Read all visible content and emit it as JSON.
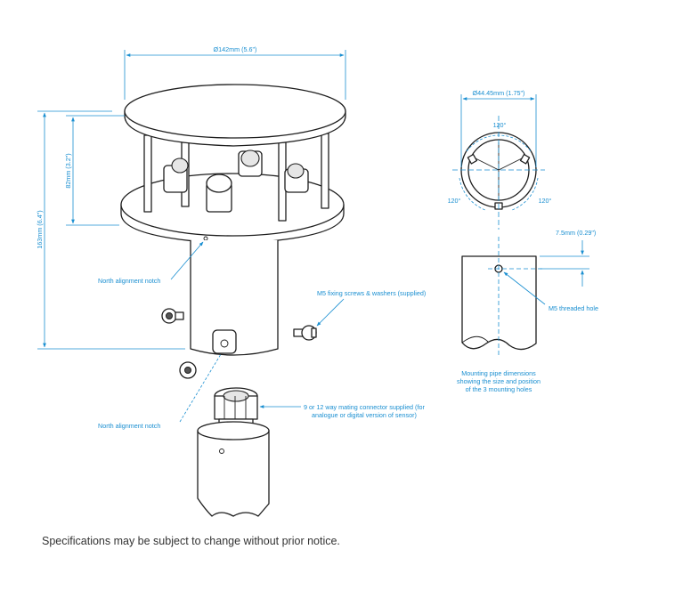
{
  "labels": {
    "diameter_top": "Ø142mm (5.6\")",
    "height_total": "163mm (6.4\")",
    "height_cap": "82mm (3.2\")",
    "north_alignment_1": "North alignment notch",
    "north_alignment_2": "North alignment notch",
    "m5_screws": "M5 fixing screws & washers (supplied)",
    "connector_line1": "9 or 12 way mating connector supplied (for",
    "connector_line2": "analogue or digital version of sensor)",
    "pipe_diameter": "Ø44.45mm (1.75\")",
    "angle_top": "120°",
    "angle_left": "120°",
    "angle_right": "120°",
    "hole_offset": "7.5mm (0.29\")",
    "m5_hole": "M5 threaded hole",
    "pipe_caption_1": "Mounting pipe dimensions",
    "pipe_caption_2": "showing the size and position",
    "pipe_caption_3": "of the 3 mounting holes"
  },
  "footer": "Specifications may be subject to change without prior notice.",
  "colors": {
    "dimension": "#1a8fd1",
    "outline": "#1e1e1e"
  }
}
